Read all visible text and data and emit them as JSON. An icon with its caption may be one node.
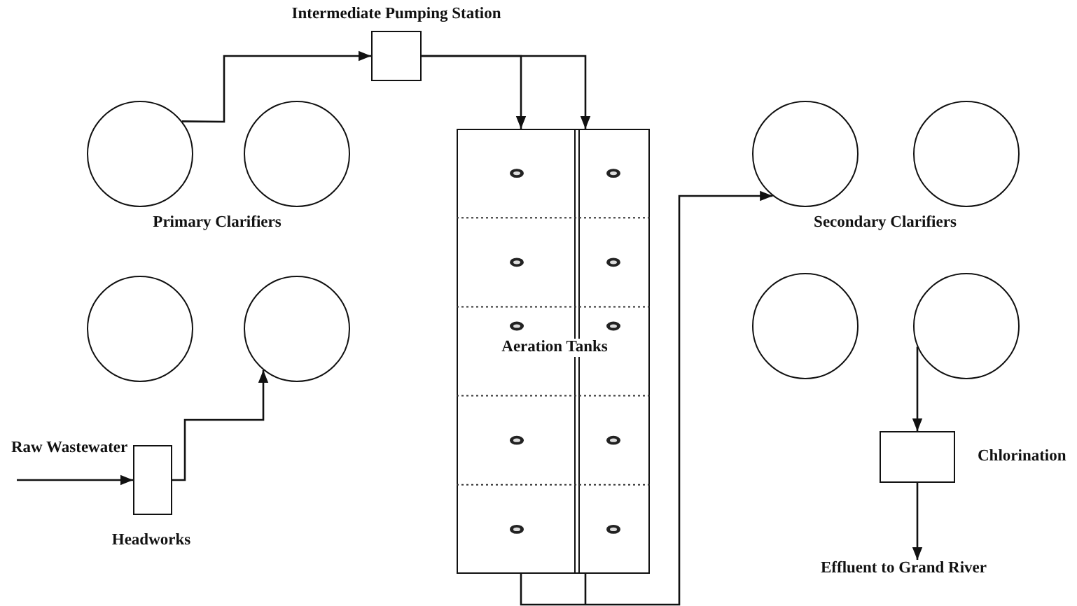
{
  "diagram": {
    "nodes": [
      {
        "text": [
          "Raw Wastewater"
        ]
      },
      {
        "text": [
          "Headworks"
        ]
      },
      {
        "text": [],
        "shape": "circle"
      },
      {
        "text": [],
        "shape": "circle"
      },
      {
        "text": [],
        "shape": "circle"
      },
      {
        "text": [],
        "shape": "circle"
      },
      {
        "text": [
          "Intermediate Pumping Station"
        ]
      },
      {
        "text": [
          "Aeration Tanks"
        ]
      },
      {
        "text": [],
        "shape": "circle"
      },
      {
        "text": [],
        "shape": "circle"
      },
      {
        "text": [],
        "shape": "circle"
      },
      {
        "text": [],
        "shape": "circle"
      },
      {
        "text": [
          "Chlorination"
        ]
      },
      {
        "text": [
          "Effluent to Grand River"
        ]
      }
    ],
    "edges": [
      {
        "from": 0,
        "to": 1,
        "arrow": "to"
      },
      {
        "from": 1,
        "to": 5,
        "arrow": "to"
      },
      {
        "from": 2,
        "to": 6,
        "arrow": "to"
      },
      {
        "from": 6,
        "to": 7,
        "arrow": "to"
      },
      {
        "from": 6,
        "to": 7,
        "arrow": "to"
      },
      {
        "from": 7,
        "to": 8,
        "arrow": "to"
      },
      {
        "from": 11,
        "to": 12,
        "arrow": "to"
      },
      {
        "from": 12,
        "to": 13,
        "arrow": "to"
      }
    ],
    "labels": [
      "Primary Clarifiers",
      "Secondary Clarifiers"
    ]
  }
}
